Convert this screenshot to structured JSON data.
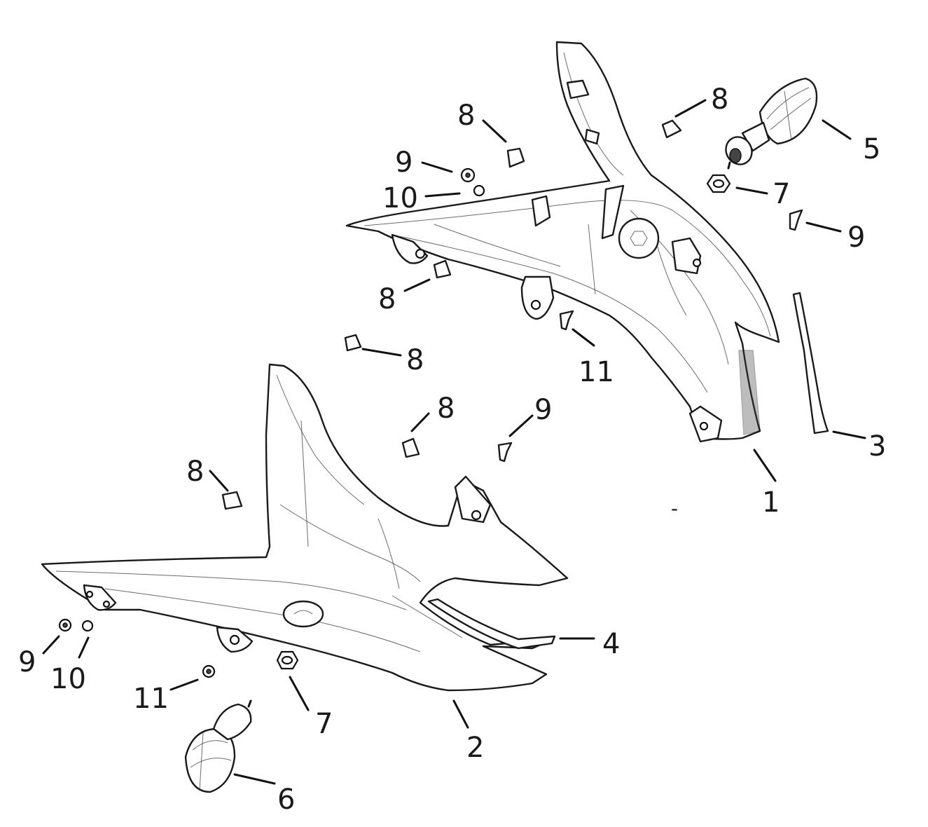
{
  "diagram": {
    "title": "Front side fairing / turn signal assembly exploded view",
    "stray_mark": "-",
    "parts": [
      {
        "id": "part-1",
        "number": "1",
        "description": "Right side fairing panel"
      },
      {
        "id": "part-2",
        "number": "2",
        "description": "Left side fairing panel"
      },
      {
        "id": "part-3",
        "number": "3",
        "description": "Right trim strip"
      },
      {
        "id": "part-4",
        "number": "4",
        "description": "Left trim strip"
      },
      {
        "id": "part-5",
        "number": "5",
        "description": "Right turn signal"
      },
      {
        "id": "part-6",
        "number": "6",
        "description": "Left turn signal"
      },
      {
        "id": "part-7",
        "number": "7",
        "description": "Hex nut"
      },
      {
        "id": "part-8",
        "number": "8",
        "description": "Clip"
      },
      {
        "id": "part-9",
        "number": "9",
        "description": "Screw"
      },
      {
        "id": "part-10",
        "number": "10",
        "description": "Washer"
      },
      {
        "id": "part-11",
        "number": "11",
        "description": "Screw"
      }
    ],
    "callouts": [
      {
        "label": "8",
        "part": "part-8"
      },
      {
        "label": "8",
        "part": "part-8"
      },
      {
        "label": "9",
        "part": "part-9"
      },
      {
        "label": "10",
        "part": "part-10"
      },
      {
        "label": "5",
        "part": "part-5"
      },
      {
        "label": "7",
        "part": "part-7"
      },
      {
        "label": "9",
        "part": "part-9"
      },
      {
        "label": "8",
        "part": "part-8"
      },
      {
        "label": "8",
        "part": "part-8"
      },
      {
        "label": "11",
        "part": "part-11"
      },
      {
        "label": "8",
        "part": "part-8"
      },
      {
        "label": "9",
        "part": "part-9"
      },
      {
        "label": "3",
        "part": "part-3"
      },
      {
        "label": "1",
        "part": "part-1"
      },
      {
        "label": "8",
        "part": "part-8"
      },
      {
        "label": "4",
        "part": "part-4"
      },
      {
        "label": "9",
        "part": "part-9"
      },
      {
        "label": "10",
        "part": "part-10"
      },
      {
        "label": "11",
        "part": "part-11"
      },
      {
        "label": "7",
        "part": "part-7"
      },
      {
        "label": "2",
        "part": "part-2"
      },
      {
        "label": "6",
        "part": "part-6"
      }
    ]
  }
}
